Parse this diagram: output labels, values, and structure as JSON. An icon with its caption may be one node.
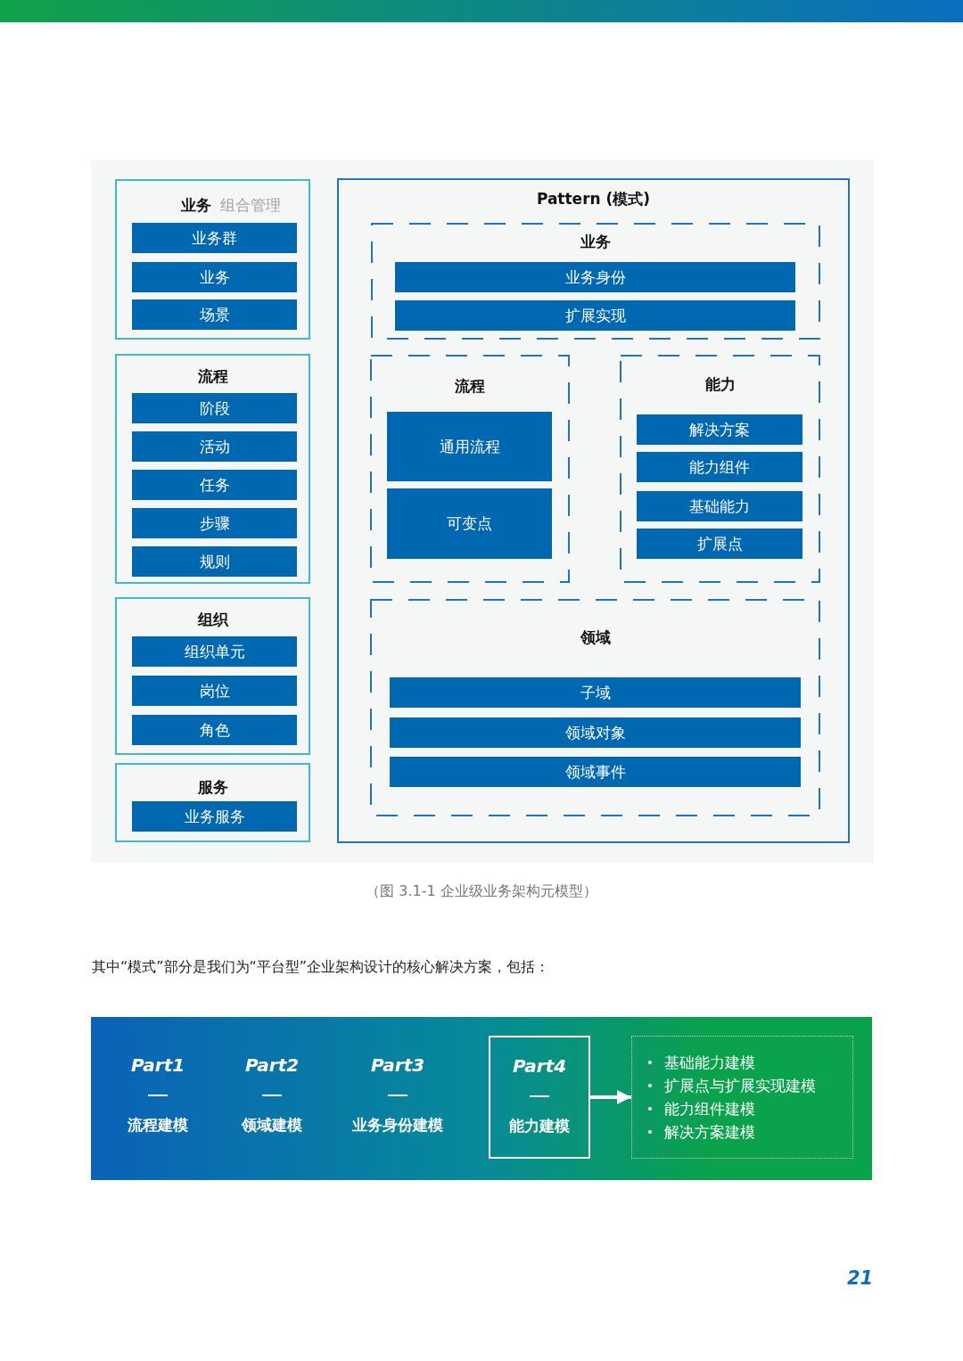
{
  "diagram": {
    "caption": "（图 3.1-1 企业级业务架构元模型）",
    "nodes": [
      {
        "text": [
          "业务",
          "组合管理"
        ]
      },
      {
        "text": [
          "业务群"
        ],
        "in": 0
      },
      {
        "text": [
          "业务"
        ],
        "in": 0
      },
      {
        "text": [
          "场景"
        ],
        "in": 0
      },
      {
        "text": [
          "流程"
        ]
      },
      {
        "text": [
          "阶段"
        ],
        "in": 4
      },
      {
        "text": [
          "活动"
        ],
        "in": 4
      },
      {
        "text": [
          "任务"
        ],
        "in": 4
      },
      {
        "text": [
          "步骤"
        ],
        "in": 4
      },
      {
        "text": [
          "规则"
        ],
        "in": 4
      },
      {
        "text": [
          "组织"
        ]
      },
      {
        "text": [
          "组织单元"
        ],
        "in": 10
      },
      {
        "text": [
          "岗位"
        ],
        "in": 10
      },
      {
        "text": [
          "角色"
        ],
        "in": 10
      },
      {
        "text": [
          "服务"
        ]
      },
      {
        "text": [
          "业务服务"
        ],
        "in": 14
      },
      {
        "text": [
          "Pattern (模式)"
        ]
      },
      {
        "text": [
          "业务"
        ],
        "in": 16
      },
      {
        "text": [
          "业务身份"
        ],
        "in": 17
      },
      {
        "text": [
          "扩展实现"
        ],
        "in": 17
      },
      {
        "text": [
          "流程"
        ],
        "in": 16
      },
      {
        "text": [
          "通用流程"
        ],
        "in": 20
      },
      {
        "text": [
          "可变点"
        ],
        "in": 20
      },
      {
        "text": [
          "能力"
        ],
        "in": 16
      },
      {
        "text": [
          "解决方案"
        ],
        "in": 23
      },
      {
        "text": [
          "能力组件"
        ],
        "in": 23
      },
      {
        "text": [
          "基础能力"
        ],
        "in": 23
      },
      {
        "text": [
          "扩展点"
        ],
        "in": 23
      },
      {
        "text": [
          "领域"
        ],
        "in": 16
      },
      {
        "text": [
          "子域"
        ],
        "in": 28
      },
      {
        "text": [
          "领域对象"
        ],
        "in": 28
      },
      {
        "text": [
          "领域事件"
        ],
        "in": 28
      },
      {
        "text": [
          "Part1",
          "流程建模",
          "Part2",
          "领域建模",
          "Part3",
          "业务身份建模"
        ]
      },
      {
        "text": [
          "Part4",
          "能力建模"
        ],
        "in": 32
      },
      {
        "text": [
          "基础能力建模",
          "扩展点与扩展实现建模",
          "能力组件建模",
          "解决方案建模"
        ],
        "in": 32
      }
    ],
    "edges": [
      {
        "from": 33,
        "to": 34,
        "arrow": "to"
      }
    ],
    "labels": [
      "其中“模式”部分是我们为“平台型”企业架构设计的核心解决方案，包括：",
      "21"
    ]
  }
}
